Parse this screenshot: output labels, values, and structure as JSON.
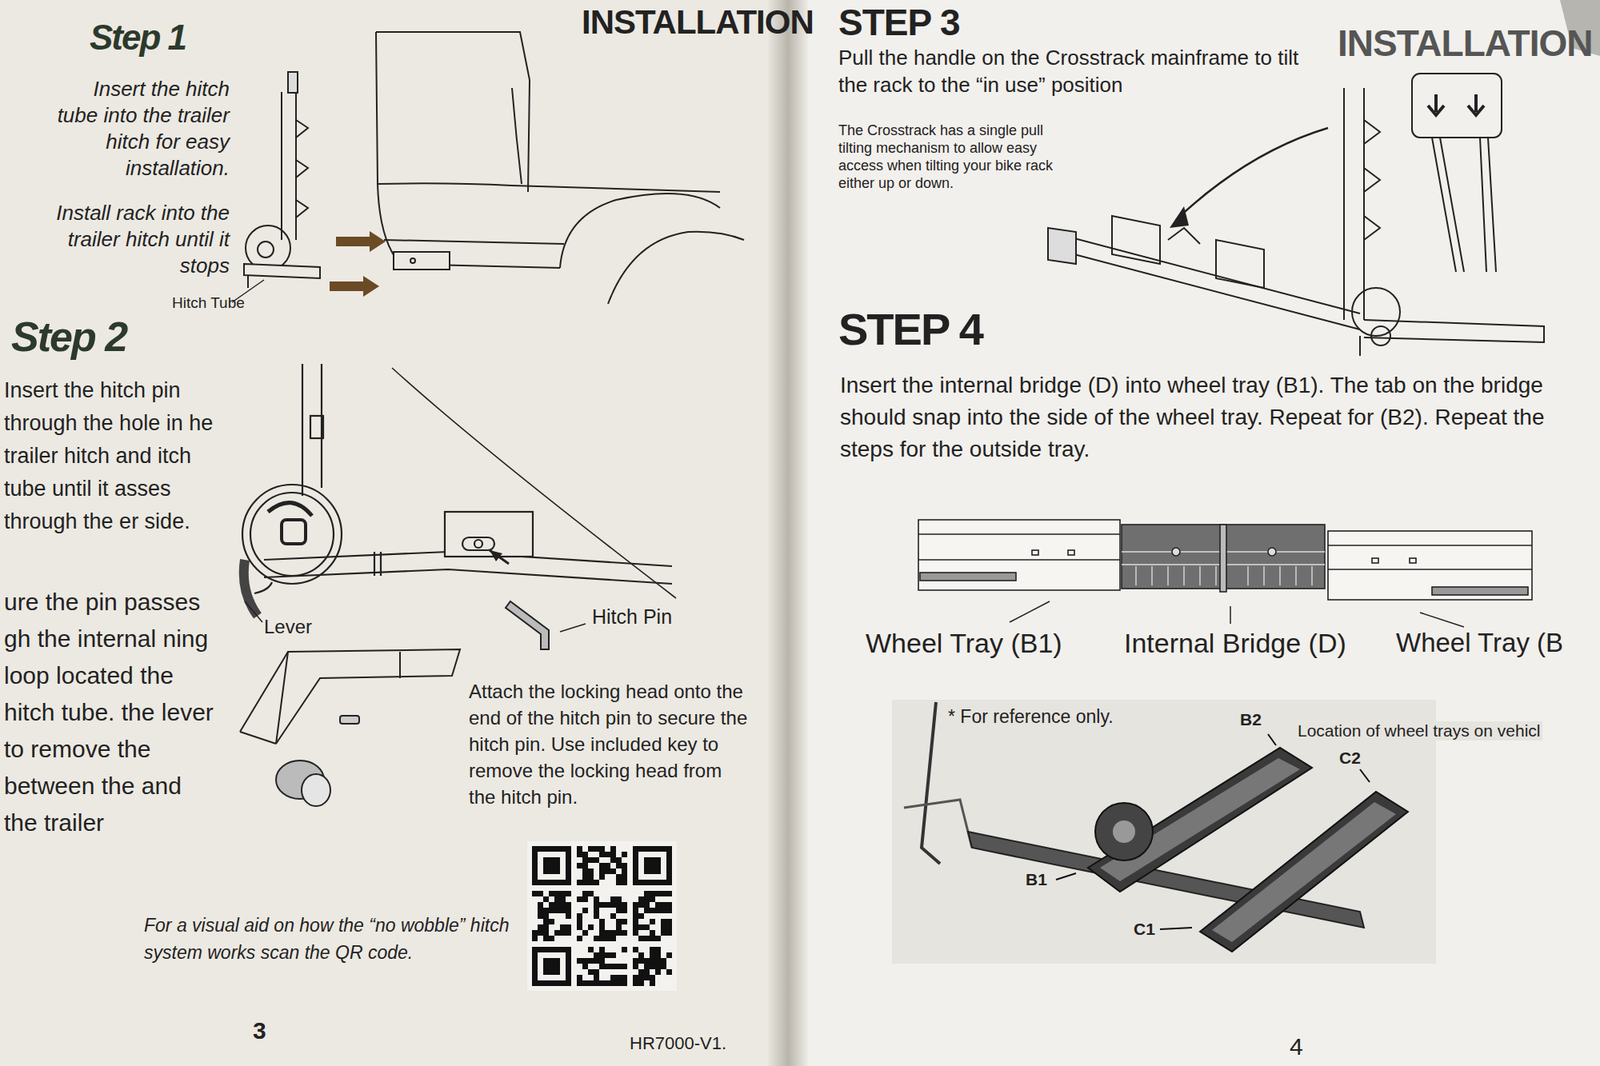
{
  "diagram": {
    "labels": [
      "INSTALLATION",
      "Step 1",
      "Insert the hitch tube into the trailer hitch for easy installation.",
      "Install rack into the trailer hitch until it stops",
      "Hitch Tube",
      "Step 2",
      "Insert the hitch pin through the hole in he trailer hitch and itch tube until it asses through the er side.",
      "ure the pin passes gh the internal ning loop located the hitch tube. the lever to remove the between the and the trailer",
      "Lever",
      "Hitch Pin",
      "Attach the locking head onto the end of the hitch pin to secure the hitch pin. Use included key to remove the locking head from the hitch pin.",
      "For a visual aid on how the “no wobble” hitch system works scan the QR code.",
      "3",
      "HR7000-V1.",
      "STEP 3",
      "INSTALLATION",
      "Pull the handle on the Crosstrack mainframe to tilt the rack to the “in use” position",
      "The Crosstrack has a single pull tilting mechanism to allow easy access when tilting your bike rack either up or down.",
      "STEP 4",
      "Insert the internal bridge (D) into wheel tray (B1). The tab on the bridge should snap into the side of the wheel tray. Repeat for (B2). Repeat the steps for the outside tray.",
      "Wheel Tray (B1)",
      "Internal Bridge (D)",
      "Wheel Tray (B",
      "* For reference only.",
      "Location of wheel trays on vehicl",
      "B2",
      "C2",
      "B1",
      "C1",
      "4"
    ]
  }
}
